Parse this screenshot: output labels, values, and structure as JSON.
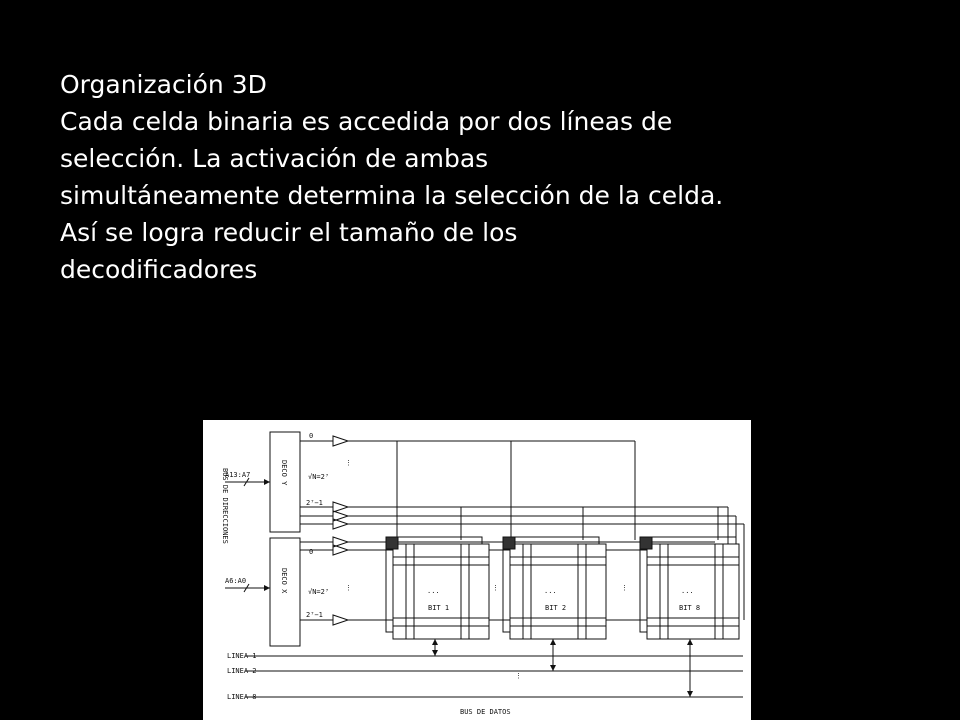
{
  "slide": {
    "title": "Organización 3D",
    "lines": [
      "Cada celda binaria es accedida por dos líneas de",
      "selección. La activación de ambas",
      "simultáneamente determina la selección de la celda.",
      "Así se logra reducir el tamaño de los",
      "decodificadores"
    ]
  },
  "diagram": {
    "addr_y": "A13:A7",
    "addr_x": "A6:A0",
    "bus_label": "BUS DE DIRECCIONES",
    "decoder_y": "DECO Y",
    "decoder_x": "DECO X",
    "out_first": "0",
    "out_mid": "√N=2⁷",
    "out_last": "2⁷−1",
    "planes": [
      "BIT 1",
      "BIT 2",
      "BIT 8"
    ],
    "lines": [
      "LINEA 1",
      "LINEA 2",
      "LINEA 8"
    ],
    "data_bus": "BUS DE DATOS",
    "dots": "...",
    "vdots": "⋮"
  },
  "colors": {
    "background": "#000000",
    "text": "#ffffff",
    "figure_bg": "#ffffff",
    "ink": "#111111"
  }
}
